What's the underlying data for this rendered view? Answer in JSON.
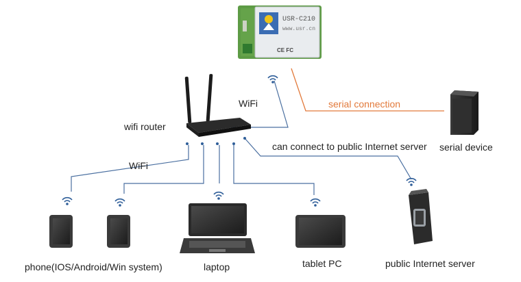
{
  "module": {
    "brand": "USR-C210",
    "site": "www.usr.cn",
    "cert_marks": "CE FC"
  },
  "labels": {
    "wifi_router": "wifi router",
    "wifi_top": "WiFi",
    "wifi_left": "WiFi",
    "serial_connection": "serial connection",
    "serial_device": "serial device",
    "internet_connection": "can connect to public Internet server",
    "phone": "phone(IOS/Android/Win system)",
    "laptop": "laptop",
    "tablet": "tablet PC",
    "server": "public Internet server"
  },
  "colors": {
    "link_blue": "#4a6fa0",
    "serial_orange": "#e2793a",
    "wifi_signal": "#2f5e99",
    "device_dark": "#2b2b2b",
    "module_green": "#5d9b45"
  },
  "icons": [
    "wifi-signal-icon",
    "router-icon",
    "module-icon",
    "phone-icon",
    "laptop-icon",
    "tablet-icon",
    "server-icon",
    "serial-device-icon"
  ]
}
